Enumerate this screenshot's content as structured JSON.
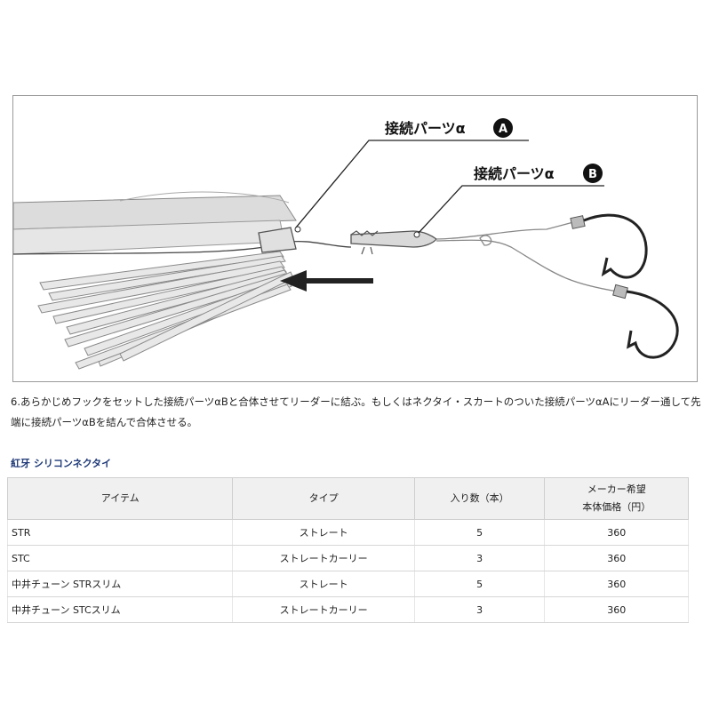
{
  "diagram": {
    "label_a": "接続パーツα",
    "badge_a": "A",
    "label_b": "接続パーツα",
    "badge_b": "B"
  },
  "caption": "6.あらかじめフックをセットした接続パーツαBと合体させてリーダーに結ぶ。もしくはネクタイ・スカートのついた接続パーツαAにリーダー通して先端に接続パーツαBを結んで合体させる。",
  "section_title": "紅牙 シリコンネクタイ",
  "table": {
    "headers": [
      "アイテム",
      "タイプ",
      "入り数（本）",
      "メーカー希望",
      "本体価格（円）"
    ],
    "rows": [
      {
        "item": "STR",
        "type": "ストレート",
        "count": "5",
        "price": "360"
      },
      {
        "item": "STC",
        "type": "ストレートカーリー",
        "count": "3",
        "price": "360"
      },
      {
        "item": "中井チューン STRスリム",
        "type": "ストレート",
        "count": "5",
        "price": "360"
      },
      {
        "item": "中井チューン STCスリム",
        "type": "ストレートカーリー",
        "count": "3",
        "price": "360"
      }
    ]
  },
  "colors": {
    "title_blue": "#1f3a78",
    "header_bg": "#f0f0f0",
    "callout_badge": "#111111"
  }
}
